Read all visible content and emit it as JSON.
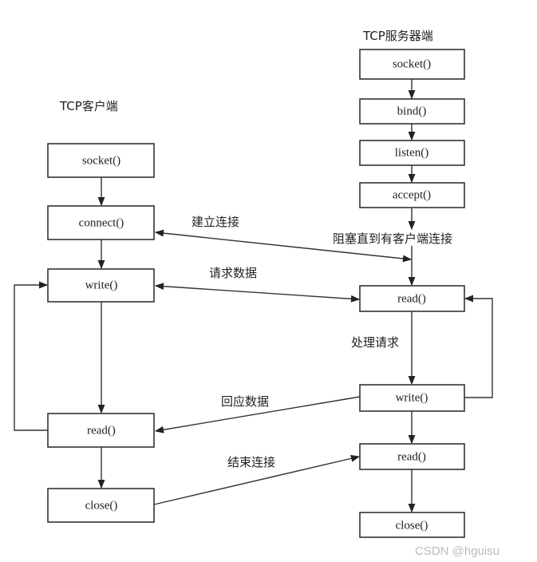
{
  "client": {
    "title": "TCP客户端",
    "steps": [
      "socket()",
      "connect()",
      "write()",
      "read()",
      "close()"
    ]
  },
  "server": {
    "title": "TCP服务器端",
    "steps": [
      "socket()",
      "bind()",
      "listen()",
      "accept()",
      "read()",
      "write()",
      "read()",
      "close()"
    ]
  },
  "labels": {
    "establish": "建立连接",
    "blocking": "阻塞直到有客户端连接",
    "request": "请求数据",
    "process": "处理请求",
    "response": "回应数据",
    "finish": "结束连接"
  },
  "watermark": "CSDN @hguisu"
}
